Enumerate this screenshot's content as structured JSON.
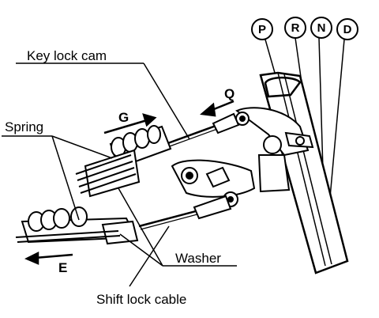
{
  "labels": {
    "key_lock_cam": "Key lock cam",
    "spring": "Spring",
    "washer": "Washer",
    "shift_lock_cable": "Shift lock cable"
  },
  "arrows": {
    "g": "G",
    "q": "Q",
    "e": "E"
  },
  "gear_positions": [
    "P",
    "R",
    "N",
    "D"
  ]
}
